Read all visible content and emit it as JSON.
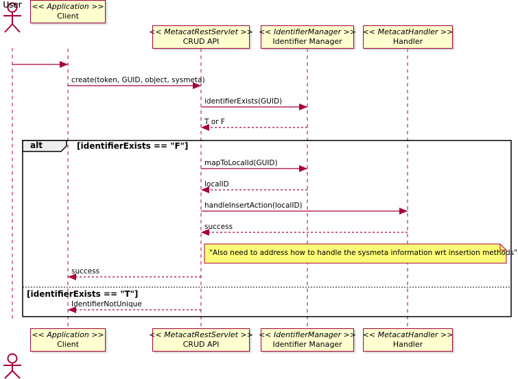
{
  "diagram": {
    "type": "uml-sequence",
    "actors": {
      "top": "User",
      "bottom": "User"
    },
    "participants": [
      {
        "stereotype": "<< Application >>",
        "name": "Client"
      },
      {
        "stereotype": "<< MetacatRestServlet >>",
        "name": "CRUD API"
      },
      {
        "stereotype": "<< IdentifierManager >>",
        "name": "Identifier Manager"
      },
      {
        "stereotype": "<< MetacatHandler >>",
        "name": "Handler"
      }
    ],
    "messages": [
      {
        "from": "User",
        "to": "Client",
        "label": "",
        "style": "solid"
      },
      {
        "from": "Client",
        "to": "CRUD API",
        "label": "create(token, GUID, object, sysmeta)",
        "style": "solid"
      },
      {
        "from": "CRUD API",
        "to": "Identifier Manager",
        "label": "identifierExists(GUID)",
        "style": "solid"
      },
      {
        "from": "Identifier Manager",
        "to": "CRUD API",
        "label": "T or F",
        "style": "dashed"
      },
      {
        "from": "CRUD API",
        "to": "Identifier Manager",
        "label": "mapToLocalId(GUID)",
        "style": "solid"
      },
      {
        "from": "Identifier Manager",
        "to": "CRUD API",
        "label": "localID",
        "style": "dashed"
      },
      {
        "from": "CRUD API",
        "to": "Handler",
        "label": "handleInsertAction(localID)",
        "style": "solid"
      },
      {
        "from": "Handler",
        "to": "CRUD API",
        "label": "success",
        "style": "dashed"
      },
      {
        "from": "CRUD API",
        "to": "Client",
        "label": "success",
        "style": "dashed"
      },
      {
        "from": "CRUD API",
        "to": "Client",
        "label": "IdentifierNotUnique",
        "style": "dashed"
      }
    ],
    "alt": {
      "operator": "alt",
      "guard_true": "[identifierExists == \"F\"]",
      "guard_false": "[identifierExists == \"T\"]"
    },
    "note": {
      "text": "\"Also need to address how to handle the sysmeta information wrt insertion methods\""
    },
    "colors": {
      "line": "#A80036",
      "participant_fill": "#FEFECE",
      "note_fill": "#FBFB77",
      "operator_fill": "#EEEEEE",
      "frame_border": "#000000"
    }
  }
}
